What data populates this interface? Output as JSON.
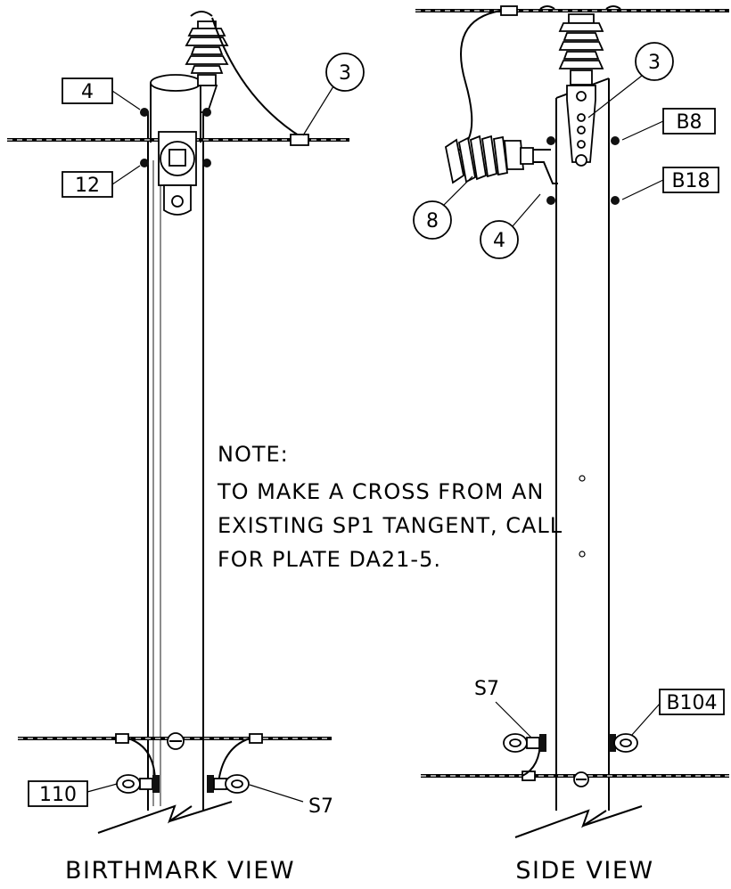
{
  "callouts": {
    "left_4": "4",
    "left_12": "12",
    "left_3": "3",
    "left_110": "110",
    "left_s7": "S7",
    "right_3": "3",
    "right_b8": "B8",
    "right_b18": "B18",
    "right_8": "8",
    "right_4": "4",
    "right_s7": "S7",
    "right_b104": "B104"
  },
  "note": {
    "heading": "NOTE:",
    "line1": "TO MAKE A CROSS FROM AN",
    "line2": "EXISTING SP1 TANGENT, CALL",
    "line3": "FOR PLATE DA21-5."
  },
  "views": {
    "left_title": "BIRTHMARK VIEW",
    "right_title": "SIDE VIEW"
  }
}
